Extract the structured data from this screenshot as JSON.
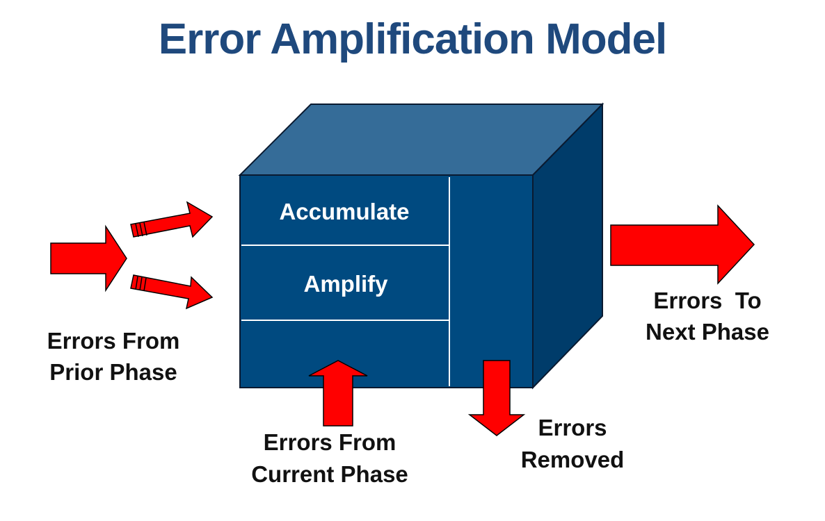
{
  "title": "Error Amplification Model",
  "box": {
    "sections": [
      "Accumulate",
      "Amplify"
    ]
  },
  "labels": {
    "prior_phase": [
      "Errors From",
      "Prior Phase"
    ],
    "current_phase": [
      "Errors From",
      "Current Phase"
    ],
    "removed": [
      "Errors",
      "Removed"
    ],
    "next_phase": [
      "Errors  To",
      "Next Phase"
    ]
  },
  "colors": {
    "title": "#1f497d",
    "box_front": "#004a80",
    "box_top": "#356c98",
    "box_side": "#003c6a",
    "arrow": "#ff0000"
  }
}
